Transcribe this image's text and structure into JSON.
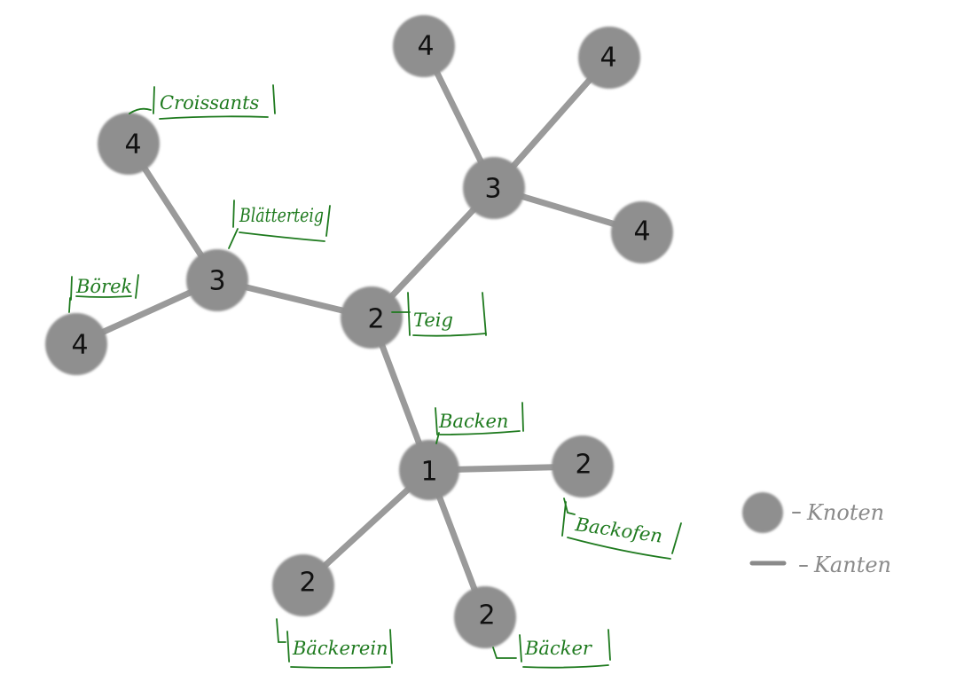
{
  "nodes": [
    {
      "id": "n_root",
      "label": "1"
    },
    {
      "id": "n_teig",
      "label": "2"
    },
    {
      "id": "n_backofen",
      "label": "2"
    },
    {
      "id": "n_baeckerei",
      "label": "2"
    },
    {
      "id": "n_baecker",
      "label": "2"
    },
    {
      "id": "n_blaetterteig",
      "label": "3"
    },
    {
      "id": "n_upper3",
      "label": "3"
    },
    {
      "id": "n_croissants",
      "label": "4"
    },
    {
      "id": "n_boerek",
      "label": "4"
    },
    {
      "id": "n_top_a",
      "label": "4"
    },
    {
      "id": "n_top_b",
      "label": "4"
    },
    {
      "id": "n_right4",
      "label": "4"
    }
  ],
  "labels": {
    "croissants": "Croissants",
    "blaetterteig": "Blätterteig",
    "boerek": "Börek",
    "teig": "Teig",
    "backen": "Backen",
    "backofen": "Backofen",
    "baeckerei": "Bäckerein",
    "baecker": "Bäcker"
  },
  "legend": {
    "node_text": "Knoten",
    "edge_text": "Kanten",
    "color": "#8a8a8a"
  },
  "colors": {
    "node": "#8f8f8f",
    "edge": "#9a9a9a",
    "annotation": "#1e7a1e"
  }
}
